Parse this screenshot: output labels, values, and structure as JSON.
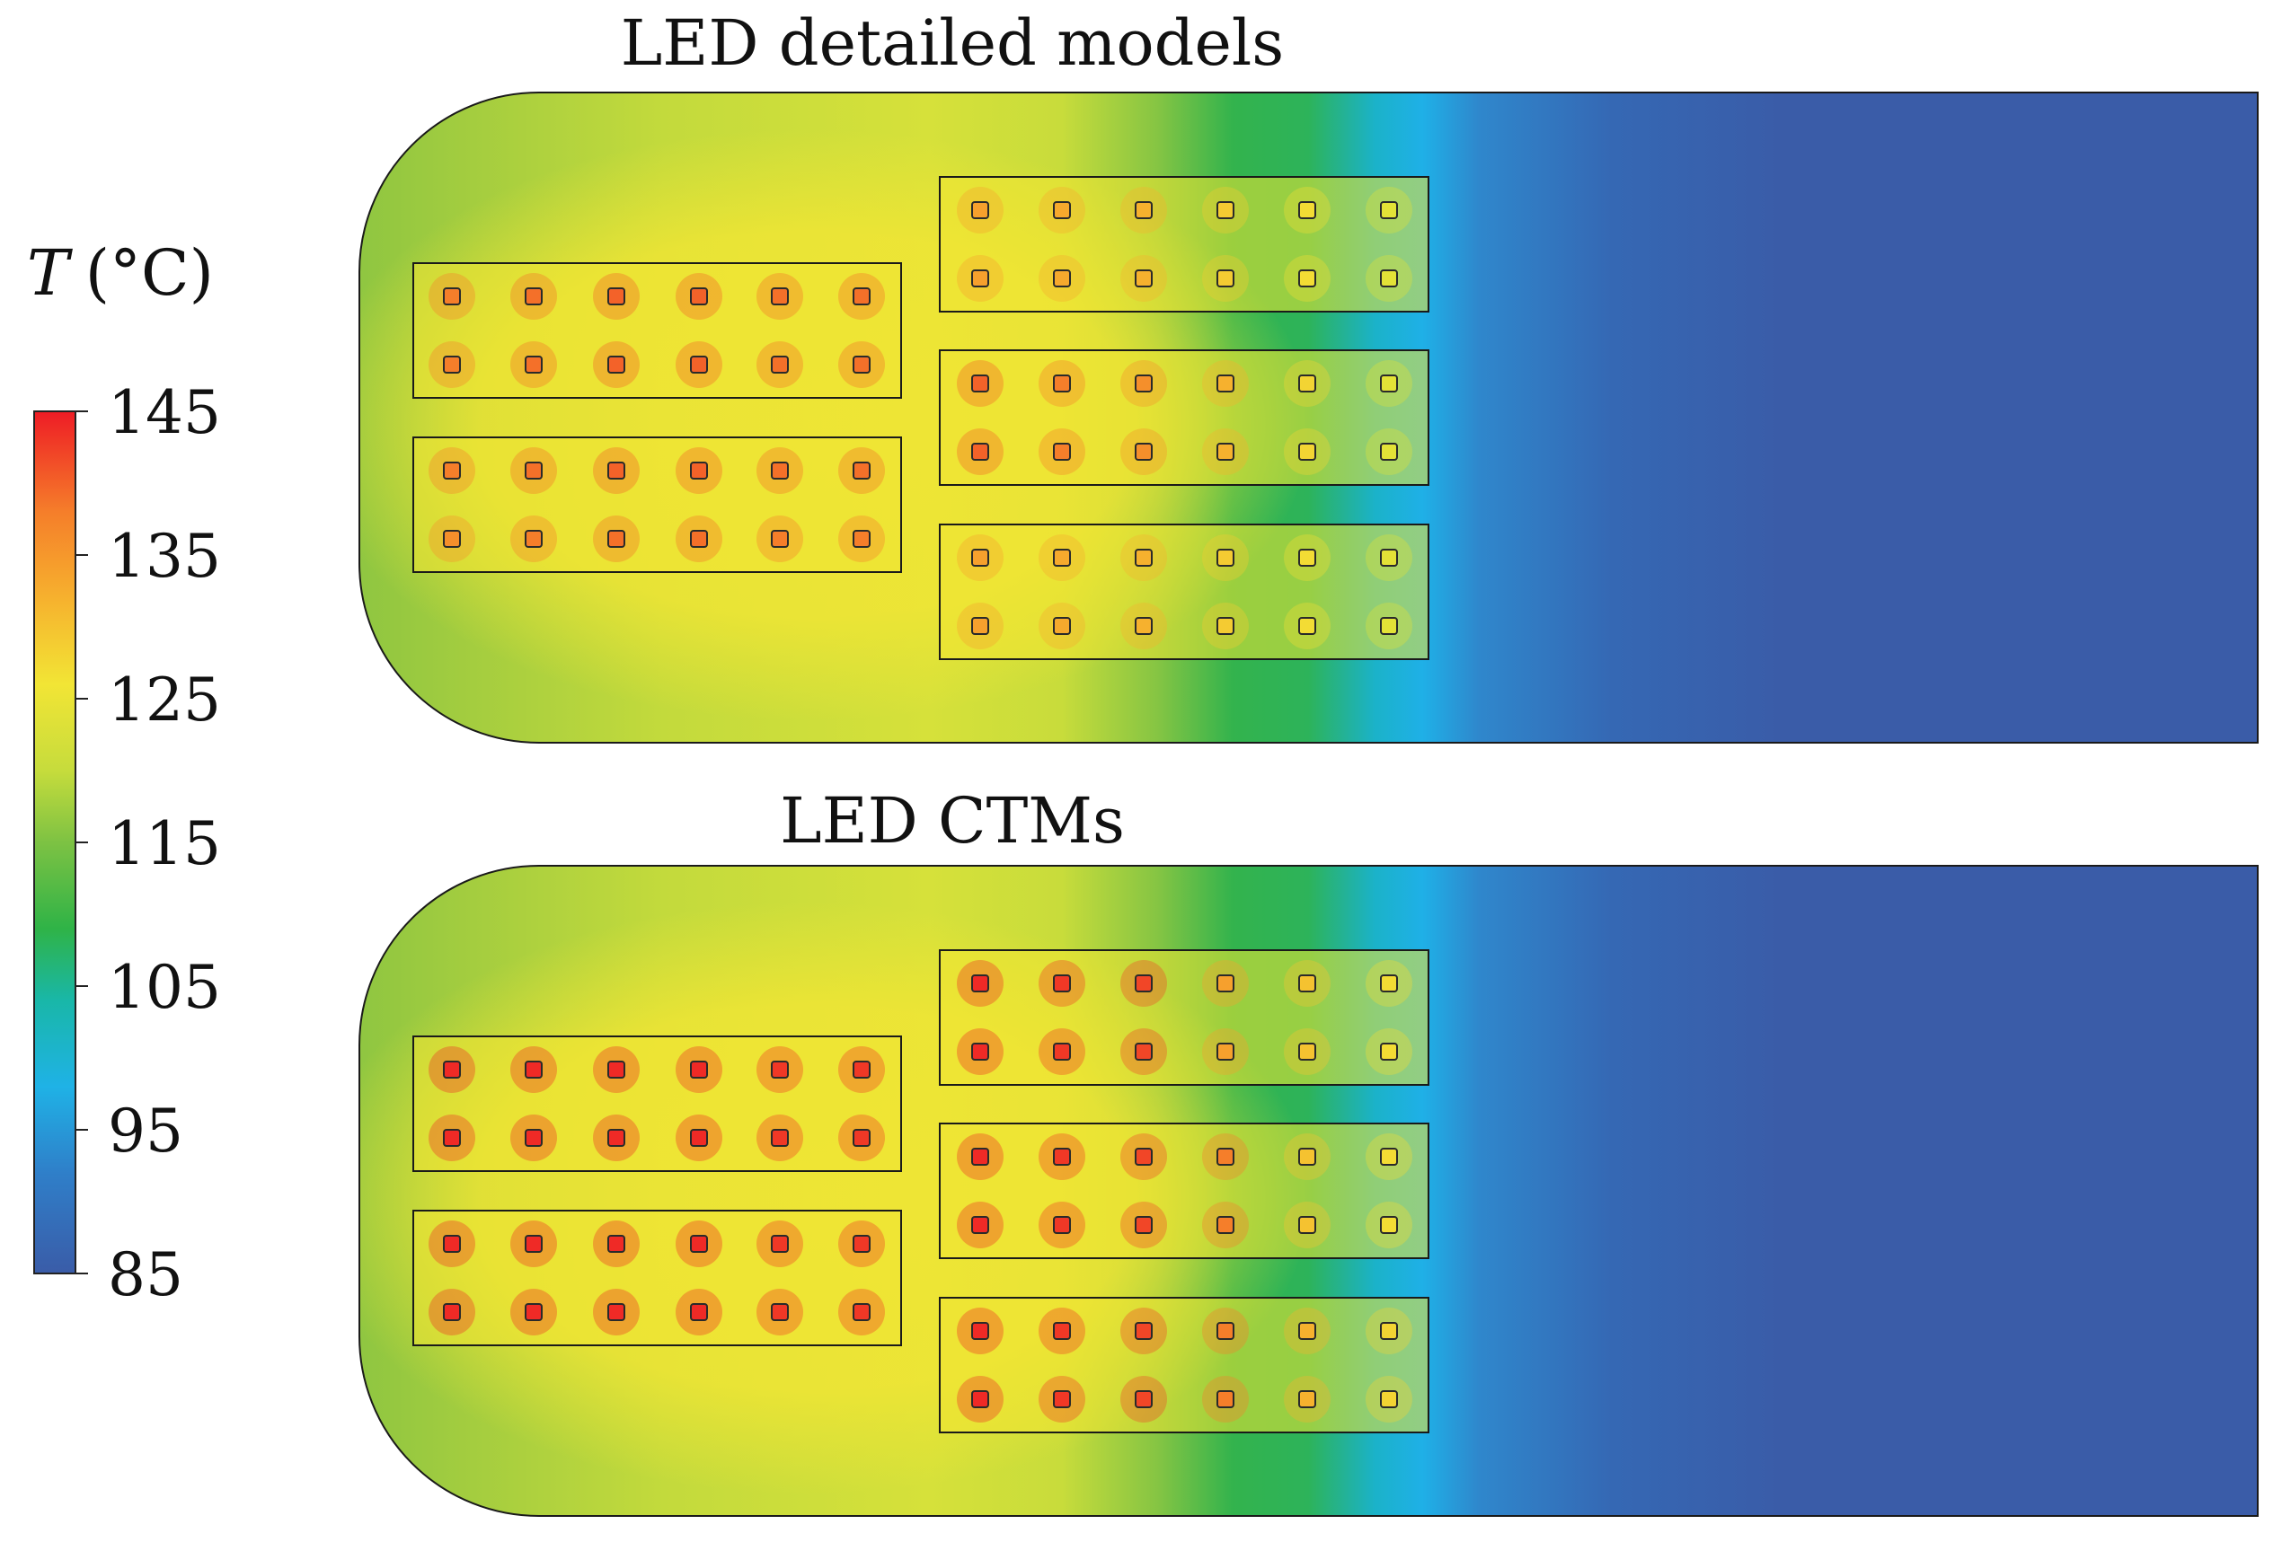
{
  "colorbar": {
    "quantity_symbol": "T",
    "unit": "(°C)",
    "min": 85,
    "max": 145,
    "ticks": [
      "145",
      "135",
      "125",
      "115",
      "105",
      "95",
      "85"
    ],
    "tick_values": [
      145,
      135,
      125,
      115,
      105,
      95,
      85
    ],
    "stops": [
      {
        "t": 85,
        "color": "#3a5ca8"
      },
      {
        "t": 92,
        "color": "#2f7fc9"
      },
      {
        "t": 98,
        "color": "#1fb2e6"
      },
      {
        "t": 104,
        "color": "#19b7a8"
      },
      {
        "t": 109,
        "color": "#2fb347"
      },
      {
        "t": 115,
        "color": "#7dc243"
      },
      {
        "t": 120,
        "color": "#c6dc3c"
      },
      {
        "t": 126,
        "color": "#f2e535"
      },
      {
        "t": 132,
        "color": "#f6b12e"
      },
      {
        "t": 138,
        "color": "#f57e2a"
      },
      {
        "t": 145,
        "color": "#ee1c25"
      }
    ]
  },
  "panels": [
    {
      "id": "detailed",
      "title": "LED detailed models",
      "groups": [
        {
          "rows": 2,
          "cols": 6,
          "temps": [
            [
              138,
              139,
              140,
              140,
              139,
              139
            ],
            [
              138,
              139,
              140,
              140,
              139,
              139
            ]
          ]
        },
        {
          "rows": 2,
          "cols": 6,
          "temps": [
            [
              138,
              139,
              140,
              140,
              139,
              139
            ],
            [
              136,
              138,
              139,
              139,
              138,
              138
            ]
          ]
        },
        {
          "rows": 2,
          "cols": 6,
          "temps": [
            [
              134,
              133,
              132,
              129,
              127,
              124
            ],
            [
              134,
              133,
              132,
              129,
              127,
              124
            ]
          ]
        },
        {
          "rows": 2,
          "cols": 6,
          "temps": [
            [
              140,
              138,
              136,
              132,
              128,
              124
            ],
            [
              140,
              138,
              136,
              132,
              128,
              124
            ]
          ]
        },
        {
          "rows": 2,
          "cols": 6,
          "temps": [
            [
              134,
              133,
              132,
              129,
              127,
              124
            ],
            [
              134,
              133,
              132,
              129,
              127,
              124
            ]
          ]
        }
      ]
    },
    {
      "id": "ctm",
      "title": "LED CTMs",
      "groups": [
        {
          "rows": 2,
          "cols": 6,
          "temps": [
            [
              144,
              144,
              144,
              144,
              143,
              143
            ],
            [
              144,
              144,
              144,
              144,
              143,
              143
            ]
          ]
        },
        {
          "rows": 2,
          "cols": 6,
          "temps": [
            [
              144,
              144,
              144,
              144,
              143,
              143
            ],
            [
              144,
              144,
              144,
              144,
              143,
              143
            ]
          ]
        },
        {
          "rows": 2,
          "cols": 6,
          "temps": [
            [
              144,
              143,
              142,
              134,
              130,
              127
            ],
            [
              144,
              143,
              142,
              134,
              130,
              127
            ]
          ]
        },
        {
          "rows": 2,
          "cols": 6,
          "temps": [
            [
              144,
              143,
              142,
              138,
              130,
              127
            ],
            [
              144,
              143,
              142,
              138,
              130,
              127
            ]
          ]
        },
        {
          "rows": 2,
          "cols": 6,
          "temps": [
            [
              144,
              143,
              142,
              138,
              132,
              128
            ],
            [
              144,
              143,
              142,
              138,
              132,
              128
            ]
          ]
        }
      ]
    }
  ]
}
